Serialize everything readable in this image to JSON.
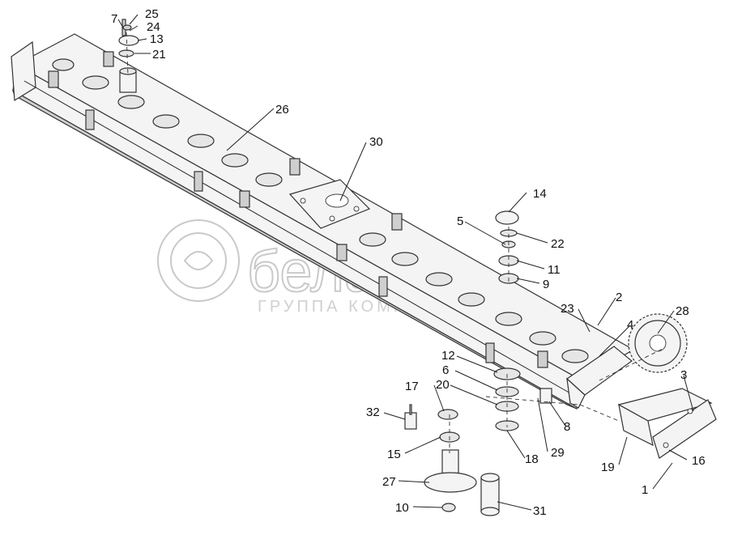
{
  "watermark": {
    "brand": "белагро",
    "subtitle": "ГРУППА КОМПАНИЙ"
  },
  "callouts": [
    {
      "label": "7"
    },
    {
      "label": "25"
    },
    {
      "label": "24"
    },
    {
      "label": "13"
    },
    {
      "label": "21"
    },
    {
      "label": "26"
    },
    {
      "label": "30"
    },
    {
      "label": "14"
    },
    {
      "label": "5"
    },
    {
      "label": "22"
    },
    {
      "label": "11"
    },
    {
      "label": "9"
    },
    {
      "label": "2"
    },
    {
      "label": "23"
    },
    {
      "label": "4"
    },
    {
      "label": "28"
    },
    {
      "label": "3"
    },
    {
      "label": "12"
    },
    {
      "label": "6"
    },
    {
      "label": "20"
    },
    {
      "label": "17"
    },
    {
      "label": "32"
    },
    {
      "label": "8"
    },
    {
      "label": "15"
    },
    {
      "label": "18"
    },
    {
      "label": "29"
    },
    {
      "label": "19"
    },
    {
      "label": "16"
    },
    {
      "label": "27"
    },
    {
      "label": "1"
    },
    {
      "label": "10"
    },
    {
      "label": "31"
    }
  ]
}
